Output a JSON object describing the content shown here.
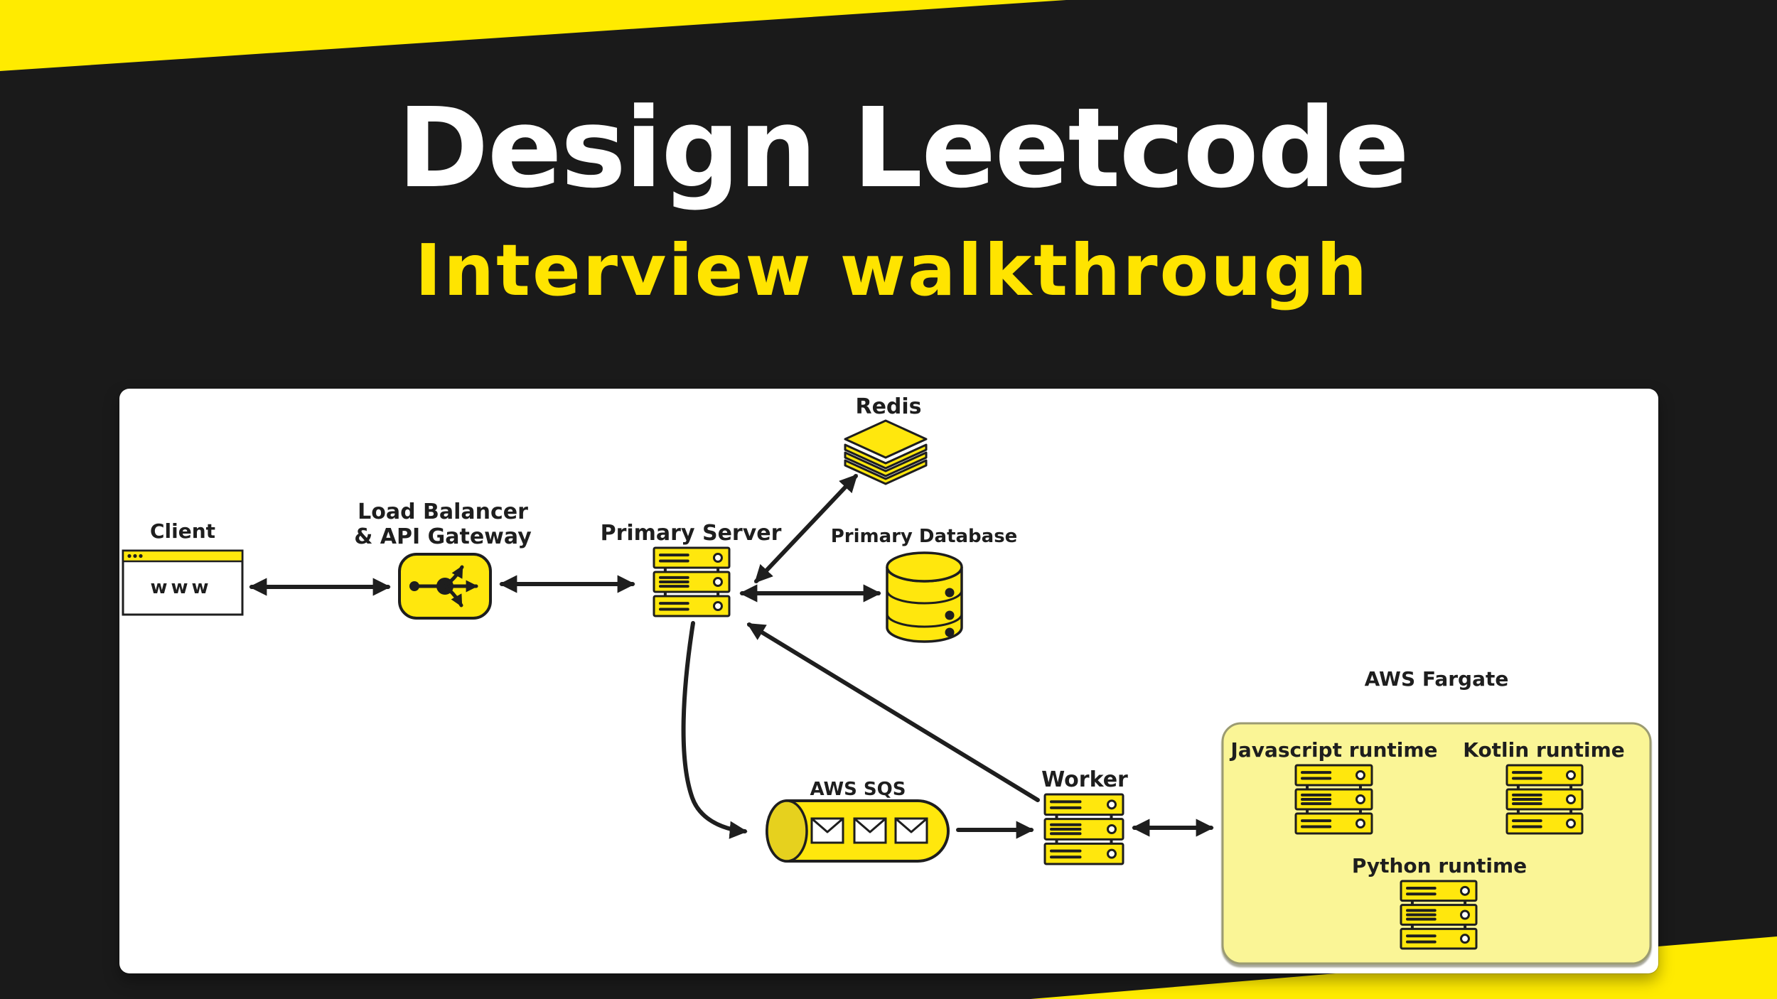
{
  "header": {
    "title": "Design Leetcode",
    "subtitle": "Interview walkthrough"
  },
  "colors": {
    "background": "#1A1A1A",
    "yellow": "#FFE70D",
    "wedge_yellow": "#FFEB00",
    "pale_yellow": "#FAF596",
    "fargate_border": "#9B9B72",
    "ink": "#1E1E1E",
    "white": "#FFFFFF",
    "subtitle_yellow": "#FFE400",
    "sqs_cap": "#E6D11E",
    "title_white": "#FFFFFF"
  },
  "diagram": {
    "nodes": {
      "client": {
        "label": "Client",
        "browser_text": "www"
      },
      "load_balancer": {
        "label_line1": "Load Balancer",
        "label_line2": "& API Gateway"
      },
      "primary_server": {
        "label": "Primary Server"
      },
      "redis": {
        "label": "Redis"
      },
      "primary_database": {
        "label": "Primary Database"
      },
      "aws_sqs": {
        "label": "AWS SQS"
      },
      "worker": {
        "label": "Worker"
      },
      "aws_fargate": {
        "label": "AWS Fargate",
        "runtimes": [
          {
            "label": "Javascript runtime"
          },
          {
            "label": "Kotlin runtime"
          },
          {
            "label": "Python runtime"
          }
        ]
      }
    },
    "connections": [
      {
        "from": "Client",
        "to": "Load Balancer & API Gateway",
        "style": "double-arrow"
      },
      {
        "from": "Load Balancer & API Gateway",
        "to": "Primary Server",
        "style": "double-arrow"
      },
      {
        "from": "Primary Server",
        "to": "Redis",
        "style": "double-arrow"
      },
      {
        "from": "Primary Server",
        "to": "Primary Database",
        "style": "double-arrow"
      },
      {
        "from": "Primary Server",
        "to": "AWS SQS",
        "style": "single-arrow"
      },
      {
        "from": "AWS SQS",
        "to": "Worker",
        "style": "single-arrow"
      },
      {
        "from": "Worker",
        "to": "Primary Server",
        "style": "single-arrow"
      },
      {
        "from": "Worker",
        "to": "AWS Fargate",
        "style": "double-arrow"
      }
    ]
  }
}
